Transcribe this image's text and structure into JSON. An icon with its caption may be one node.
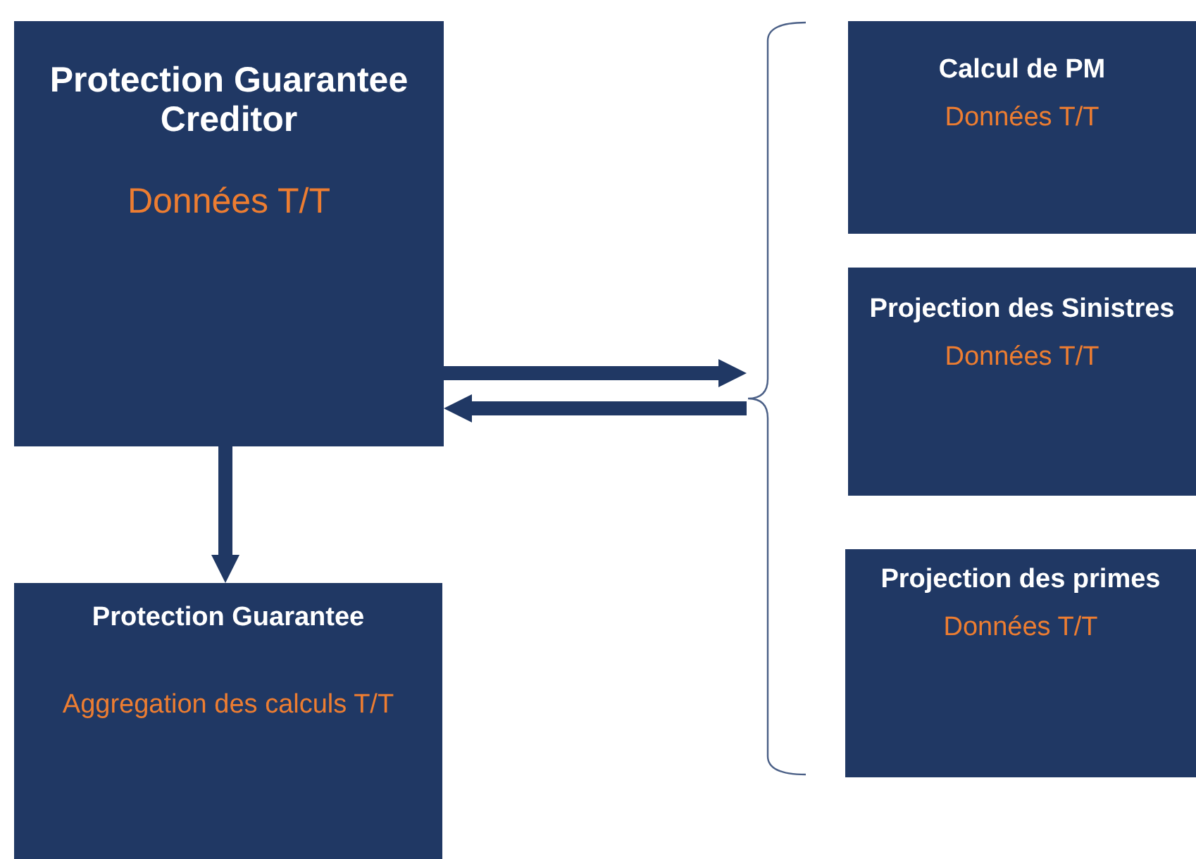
{
  "diagram": {
    "nodes": [
      {
        "text": [
          "Protection Guarantee Creditor",
          "Données T/T"
        ]
      },
      {
        "text": [
          "Protection Guarantee",
          "Aggregation des calculs T/T"
        ]
      },
      {
        "text": [],
        "shape": "bracket"
      },
      {
        "text": [
          "Calcul de PM",
          "Données T/T"
        ]
      },
      {
        "text": [
          "Projection des Sinistres",
          "Données T/T"
        ]
      },
      {
        "text": [
          "Projection des primes",
          "Données T/T"
        ]
      }
    ],
    "edges": [
      {
        "from": 0,
        "to": 2,
        "arrow": "to"
      },
      {
        "from": 2,
        "to": 0,
        "arrow": "to"
      },
      {
        "from": 0,
        "to": 1,
        "arrow": "to"
      }
    ]
  }
}
